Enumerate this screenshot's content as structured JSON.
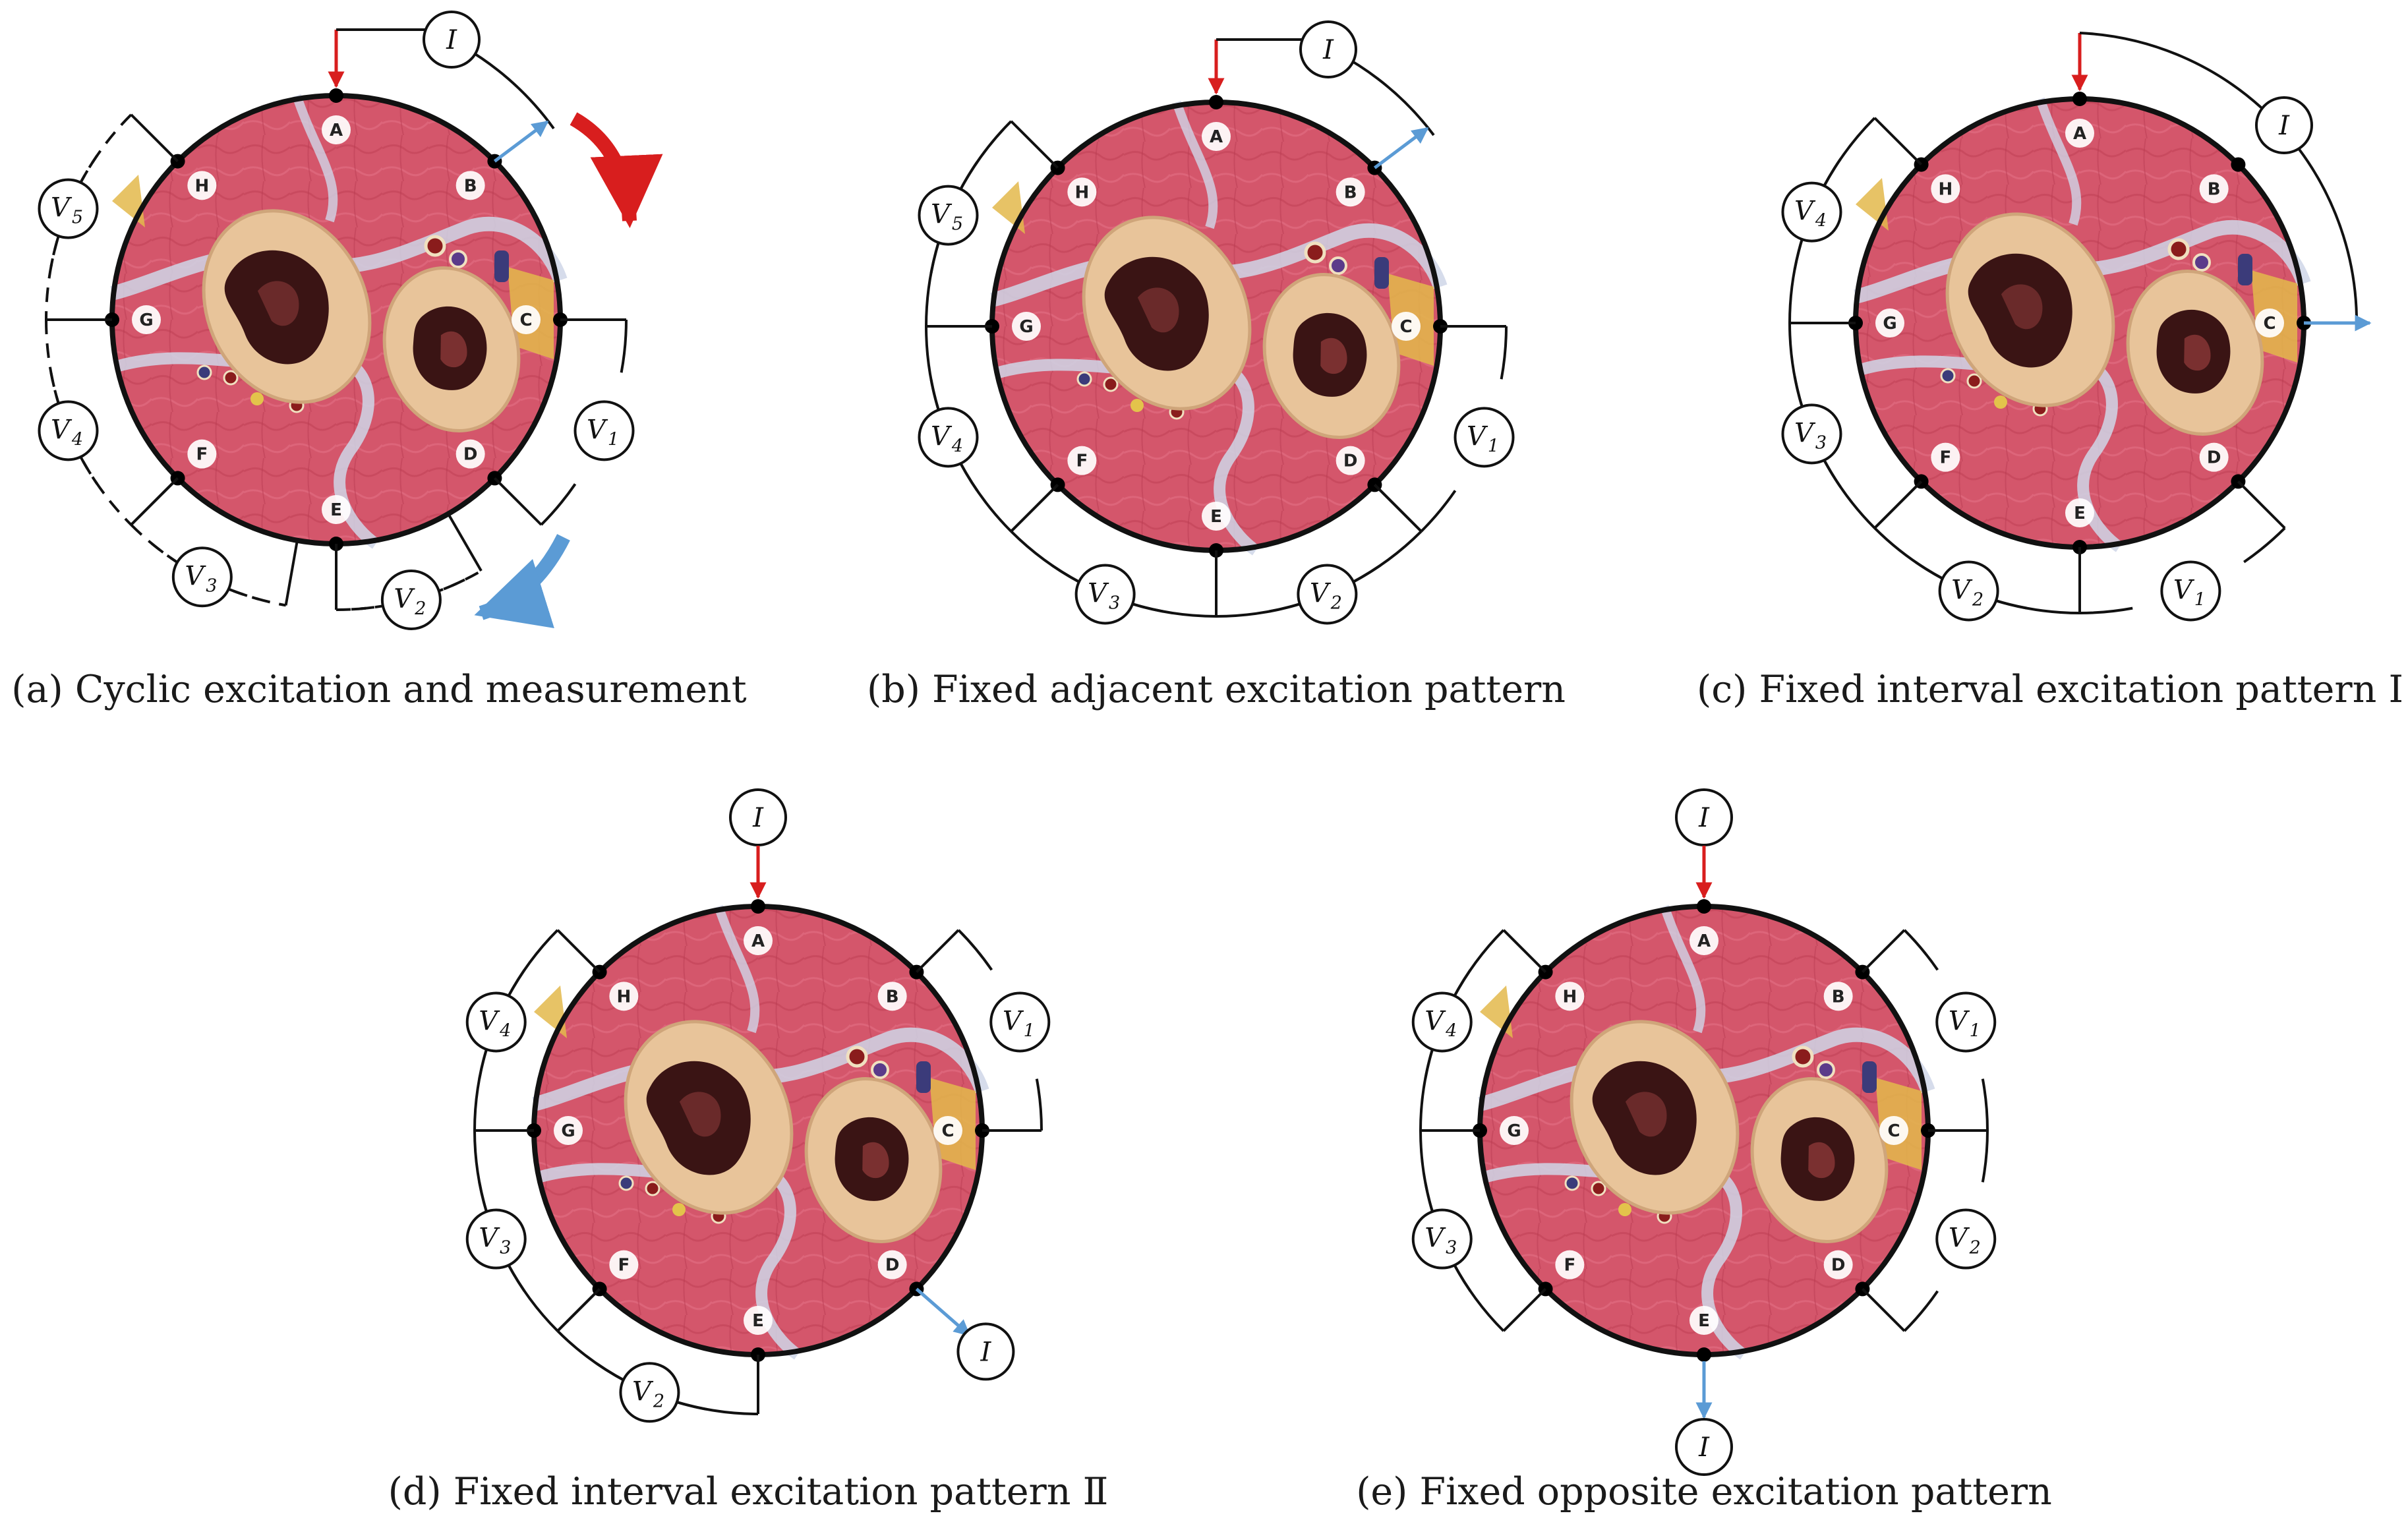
{
  "electrode_labels": [
    "A",
    "B",
    "C",
    "D",
    "E",
    "F",
    "G",
    "H"
  ],
  "current_symbol": "I",
  "voltage_symbol": "V",
  "colors": {
    "injection_arrow": "#d81e1e",
    "extraction_arrow": "#5b9bd5",
    "tissue": "#d4566b",
    "bone": "#e8c49a",
    "marrow": "#3a1414",
    "fat": "#e3b94b",
    "line": "#111111"
  },
  "panels": [
    {
      "id": "a",
      "caption": "(a) Cyclic excitation and measurement",
      "meters": [
        {
          "main": "V",
          "sub": "1"
        },
        {
          "main": "V",
          "sub": "2"
        },
        {
          "main": "V",
          "sub": "3"
        },
        {
          "main": "V",
          "sub": "4"
        },
        {
          "main": "V",
          "sub": "5"
        }
      ]
    },
    {
      "id": "b",
      "caption": "(b) Fixed adjacent excitation pattern",
      "meters": [
        {
          "main": "V",
          "sub": "1"
        },
        {
          "main": "V",
          "sub": "2"
        },
        {
          "main": "V",
          "sub": "3"
        },
        {
          "main": "V",
          "sub": "4"
        },
        {
          "main": "V",
          "sub": "5"
        }
      ]
    },
    {
      "id": "c",
      "caption": "(c) Fixed interval excitation pattern Ⅰ",
      "meters": [
        {
          "main": "V",
          "sub": "1"
        },
        {
          "main": "V",
          "sub": "2"
        },
        {
          "main": "V",
          "sub": "3"
        },
        {
          "main": "V",
          "sub": "4"
        }
      ]
    },
    {
      "id": "d",
      "caption": "(d) Fixed interval excitation pattern Ⅱ",
      "meters": [
        {
          "main": "V",
          "sub": "1"
        },
        {
          "main": "V",
          "sub": "2"
        },
        {
          "main": "V",
          "sub": "3"
        },
        {
          "main": "V",
          "sub": "4"
        }
      ]
    },
    {
      "id": "e",
      "caption": "(e) Fixed opposite excitation pattern",
      "meters": [
        {
          "main": "V",
          "sub": "1"
        },
        {
          "main": "V",
          "sub": "2"
        },
        {
          "main": "V",
          "sub": "3"
        },
        {
          "main": "V",
          "sub": "4"
        }
      ]
    }
  ]
}
